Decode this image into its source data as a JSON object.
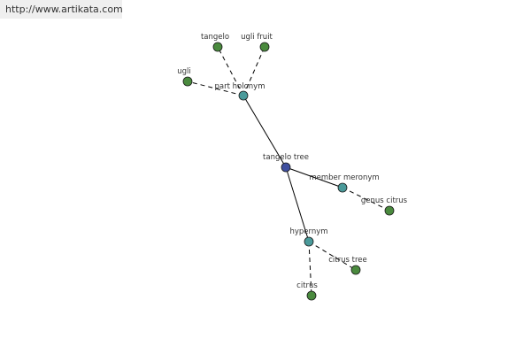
{
  "watermark": "http://www.artikata.com",
  "colors": {
    "center": "#3f4f9f",
    "relation": "#4a9a9a",
    "leaf": "#4a8a3e"
  },
  "graph": {
    "center": {
      "id": "tangelo_tree",
      "label": "tangelo tree",
      "kind": "center"
    },
    "nodes": [
      {
        "id": "part_holonym",
        "label": "part holonym",
        "kind": "relation"
      },
      {
        "id": "member_meronym",
        "label": "member meronym",
        "kind": "relation"
      },
      {
        "id": "hypernym",
        "label": "hypernym",
        "kind": "relation"
      },
      {
        "id": "tangelo",
        "label": "tangelo",
        "kind": "leaf"
      },
      {
        "id": "ugli_fruit",
        "label": "ugli fruit",
        "kind": "leaf"
      },
      {
        "id": "ugli",
        "label": "ugli",
        "kind": "leaf"
      },
      {
        "id": "genus_citrus",
        "label": "genus citrus",
        "kind": "leaf"
      },
      {
        "id": "citrus_tree",
        "label": "citrus tree",
        "kind": "leaf"
      },
      {
        "id": "citrus",
        "label": "citrus",
        "kind": "leaf"
      }
    ],
    "edges": [
      {
        "from": "tangelo_tree",
        "to": "part_holonym",
        "style": "solid"
      },
      {
        "from": "tangelo_tree",
        "to": "member_meronym",
        "style": "solid"
      },
      {
        "from": "tangelo_tree",
        "to": "hypernym",
        "style": "solid"
      },
      {
        "from": "part_holonym",
        "to": "tangelo",
        "style": "dashed"
      },
      {
        "from": "part_holonym",
        "to": "ugli_fruit",
        "style": "dashed"
      },
      {
        "from": "part_holonym",
        "to": "ugli",
        "style": "dashed"
      },
      {
        "from": "member_meronym",
        "to": "genus_citrus",
        "style": "dashed"
      },
      {
        "from": "hypernym",
        "to": "citrus_tree",
        "style": "dashed"
      },
      {
        "from": "hypernym",
        "to": "citrus",
        "style": "dashed"
      }
    ]
  }
}
